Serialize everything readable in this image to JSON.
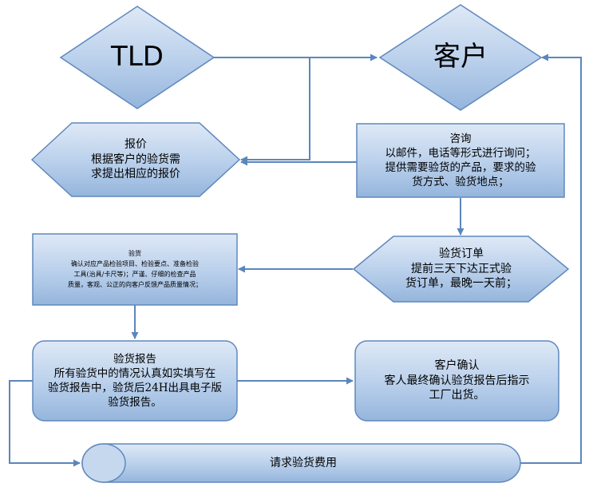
{
  "colors": {
    "fill_light": "#dfe9f6",
    "fill_dark": "#95b5dc",
    "stroke": "#5f88bd",
    "arrow": "#5b86bc"
  },
  "nodes": {
    "tld": {
      "label": "TLD"
    },
    "customer": {
      "label": "客户"
    },
    "quote": {
      "title": "报价",
      "lines": [
        "根据客户的验货需",
        "求提出相应的报价"
      ]
    },
    "inquiry": {
      "title": "咨询",
      "lines": [
        "以邮件，电话等形式进行询问；",
        "提供需要验货的产品，要求的验",
        "货方式、验货地点；"
      ]
    },
    "inspection": {
      "title": "验货",
      "lines": [
        "确认对应产品检验项目、检验要点、准备检验",
        "工具(治具/卡尺等)；严谨、仔细的检查产品",
        "质量，客观、公正的向客户反馈产品质量情况；"
      ]
    },
    "order": {
      "title": "验货订单",
      "lines": [
        "提前三天下达正式验",
        "货订单，最晚一天前；"
      ]
    },
    "report": {
      "title": "验货报告",
      "lines": [
        "所有验货中的情况认真如实填写在",
        "验货报告中，验货后24H出具电子版",
        "验货报告。"
      ]
    },
    "confirm": {
      "title": "客户确认",
      "lines": [
        "客人最终确认验货报告后指示",
        "工厂出货。"
      ]
    },
    "fee": {
      "label": "请求验货费用"
    }
  }
}
